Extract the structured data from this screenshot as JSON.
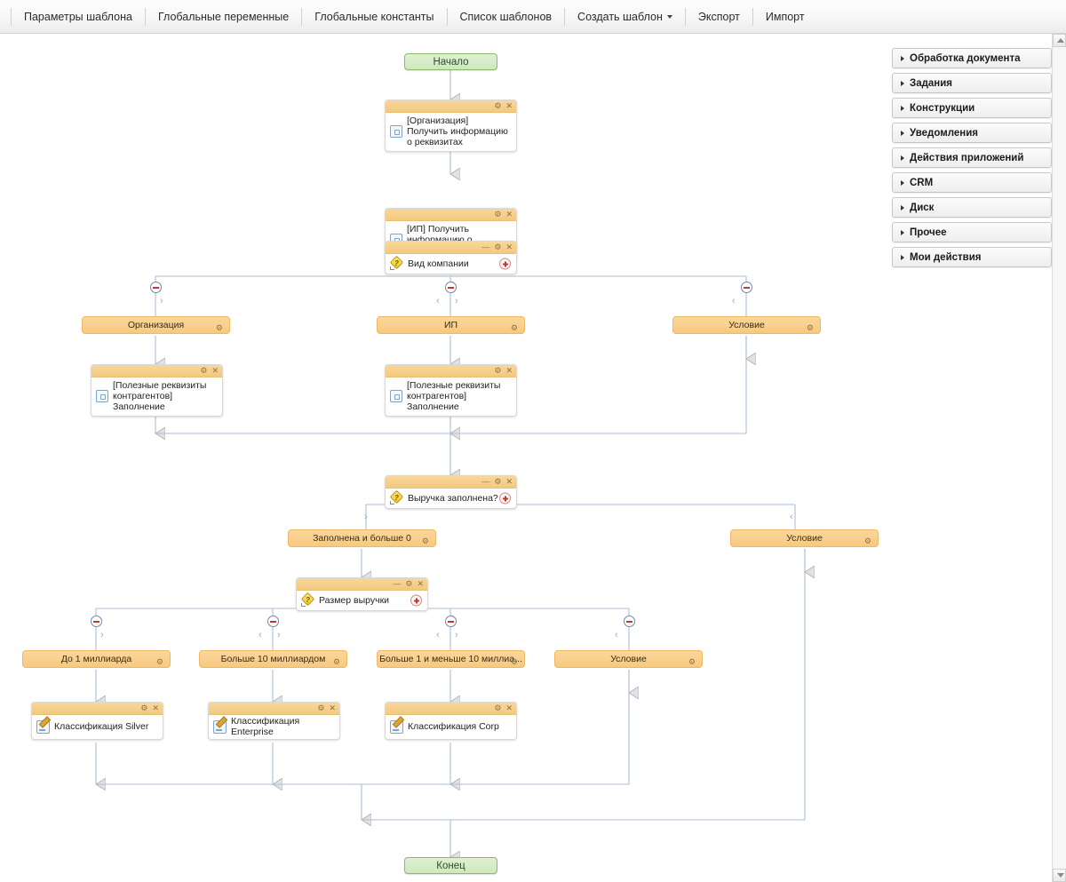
{
  "menu": {
    "items": [
      {
        "label": "Параметры шаблона",
        "dropdown": false
      },
      {
        "label": "Глобальные переменные",
        "dropdown": false
      },
      {
        "label": "Глобальные константы",
        "dropdown": false
      },
      {
        "label": "Список шаблонов",
        "dropdown": false
      },
      {
        "label": "Создать шаблон",
        "dropdown": true
      },
      {
        "label": "Экспорт",
        "dropdown": false
      },
      {
        "label": "Импорт",
        "dropdown": false
      }
    ]
  },
  "sidebar": {
    "items": [
      {
        "label": "Обработка документа"
      },
      {
        "label": "Задания"
      },
      {
        "label": "Конструкции"
      },
      {
        "label": "Уведомления"
      },
      {
        "label": "Действия приложений"
      },
      {
        "label": "CRM"
      },
      {
        "label": "Диск"
      },
      {
        "label": "Прочее"
      },
      {
        "label": "Мои действия"
      }
    ]
  },
  "flow": {
    "start": "Начало",
    "end": "Конец",
    "actions": [
      {
        "id": "a1",
        "title": "[Организация] Получить информацию о реквизитах",
        "icon": "document-icon"
      },
      {
        "id": "a2",
        "title": "[ИП] Получить информацию о реквизитах",
        "icon": "document-icon"
      },
      {
        "id": "a3",
        "title": "[Полезные реквизиты контрагентов] Заполнение",
        "icon": "document-icon"
      },
      {
        "id": "a4",
        "title": "[Полезные реквизиты контрагентов] Заполнение",
        "icon": "document-icon"
      },
      {
        "id": "a5",
        "title": "Классификация Silver",
        "icon": "edit-icon"
      },
      {
        "id": "a6",
        "title": "Классификация Enterprise",
        "icon": "edit-icon"
      },
      {
        "id": "a7",
        "title": "Классификация Corp",
        "icon": "edit-icon"
      }
    ],
    "conditions": [
      {
        "id": "c1",
        "title": "Вид компании",
        "icon": "condition-icon"
      },
      {
        "id": "c2",
        "title": "Выручка заполнена?",
        "icon": "condition-icon"
      },
      {
        "id": "c3",
        "title": "Размер выручки",
        "icon": "condition-icon"
      }
    ],
    "branches": [
      {
        "id": "b1",
        "label": "Организация"
      },
      {
        "id": "b2",
        "label": "ИП"
      },
      {
        "id": "b3",
        "label": "Условие"
      },
      {
        "id": "b4",
        "label": "Заполнена и больше 0"
      },
      {
        "id": "b5",
        "label": "Условие"
      },
      {
        "id": "b6",
        "label": "До 1 миллиарда"
      },
      {
        "id": "b7",
        "label": "Больше 10 миллиардом"
      },
      {
        "id": "b8",
        "label": "Больше 1 и меньше 10 миллиа..."
      },
      {
        "id": "b9",
        "label": "Условие"
      }
    ]
  },
  "glyphs": {
    "gear": "⚙",
    "close": "✕",
    "minimize": "—",
    "chev_left": "‹",
    "chev_right": "›"
  },
  "colors": {
    "node_header": "#f5cd86",
    "branch_fill": "#f9cf8e",
    "terminal_fill": "#d5e9c3",
    "link": "#aebdd4",
    "accent_plus": "#c0392b"
  }
}
